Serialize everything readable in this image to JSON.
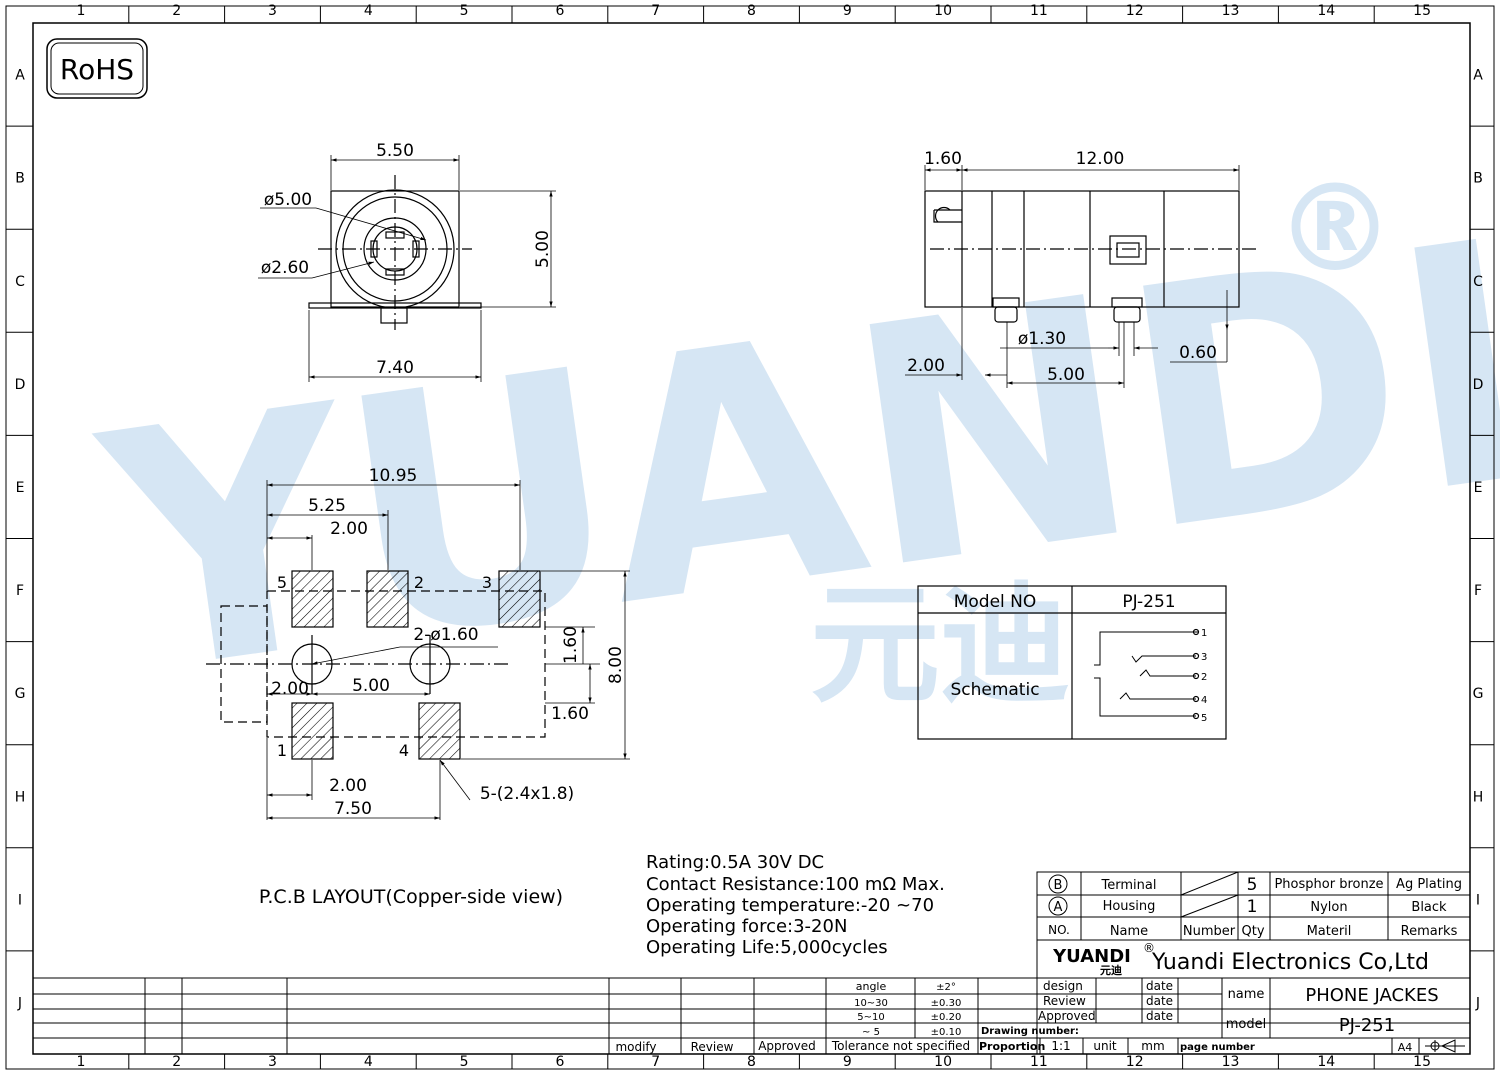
{
  "watermark": {
    "text": "YUANDI",
    "reg": "®",
    "cn": "元迪",
    "color": "#cfe2f3"
  },
  "badge": "RoHS",
  "grid": {
    "cols": [
      "1",
      "2",
      "3",
      "4",
      "5",
      "6",
      "7",
      "8",
      "9",
      "10",
      "11",
      "12",
      "13",
      "14",
      "15"
    ],
    "rows": [
      "A",
      "B",
      "C",
      "D",
      "E",
      "F",
      "G",
      "H",
      "I",
      "J"
    ]
  },
  "front_view": {
    "width": "5.50",
    "height": "5.00",
    "base_width": "7.40",
    "outer_dia": "ø5.00",
    "inner_dia": "ø2.60"
  },
  "side_view": {
    "front": "1.60",
    "length": "12.00",
    "pin_dia": "ø1.30",
    "offset": "2.00",
    "pin_pitch": "5.00",
    "pin_width": "0.60"
  },
  "pcb": {
    "dims": {
      "total": "10.95",
      "mid": "5.25",
      "first": "2.00",
      "height": "8.00",
      "gap_top": "1.60",
      "gap_bottom": "1.60",
      "holes": "2-ø1.60",
      "hole_offset": "2.00",
      "hole_pitch": "5.00",
      "bottom_first": "2.00",
      "bottom_total": "7.50",
      "pad_size": "5-(2.4x1.8)"
    },
    "pins": [
      "5",
      "2",
      "3",
      "1",
      "4"
    ],
    "caption": "P.C.B LAYOUT(Copper-side view)"
  },
  "model_table": {
    "header_left": "Model NO",
    "header_right": "PJ-251",
    "row_label": "Schematic",
    "terminals": [
      "1",
      "3",
      "2",
      "4",
      "5"
    ]
  },
  "specs": [
    "Rating:0.5A 30V DC",
    "Contact Resistance:100 mΩ Max.",
    "Operating temperature:-20 ~70",
    "Operating force:3-20N",
    "Operating Life:5,000cycles"
  ],
  "bom": {
    "rows": [
      {
        "no": "B",
        "name": "Terminal",
        "number": "",
        "qty": "5",
        "material": "Phosphor bronze",
        "remarks": "Ag Plating"
      },
      {
        "no": "A",
        "name": "Housing",
        "number": "",
        "qty": "1",
        "material": "Nylon",
        "remarks": "Black"
      }
    ],
    "headers": {
      "no": "NO.",
      "name": "Name",
      "number": "Number",
      "qty": "Qty",
      "material": "Materil",
      "remarks": "Remarks"
    }
  },
  "title_block": {
    "logo": "YUANDI",
    "logo_cn": "元迪",
    "company": "Yuandi Electronics Co,Ltd",
    "design": "design",
    "review": "Review",
    "approved": "Approved",
    "date": "date",
    "drawing_number": "Drawing number:",
    "proportion": "Proportion",
    "scale": "1:1",
    "unit": "unit",
    "unit_value": "mm",
    "page_number": "page number",
    "name_label": "name",
    "name_value": "PHONE JACKES",
    "model_label": "model",
    "model_value": "PJ-251",
    "paper": "A4"
  },
  "tolerance": {
    "angle": "angle",
    "angle_val": "±2°",
    "r1": "10~30",
    "r1_val": "±0.30",
    "r2": "5~10",
    "r2_val": "±0.20",
    "r3": "~ 5",
    "r3_val": "±0.10",
    "note": "Tolerance not specified"
  },
  "revision": {
    "modify": "modify",
    "review": "Review",
    "approved": "Approved"
  }
}
